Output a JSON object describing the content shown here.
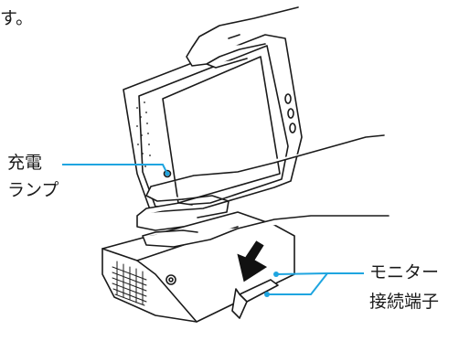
{
  "top_fragment": "す。",
  "labels": {
    "charge_lamp_line1": "充電",
    "charge_lamp_line2": "ランプ",
    "monitor_connector_line1": "モニター",
    "monitor_connector_line2": "接続端子"
  },
  "colors": {
    "callout": "#1fa5e0",
    "line_art": "#1a1a1a",
    "arrow_fill": "#111111"
  }
}
